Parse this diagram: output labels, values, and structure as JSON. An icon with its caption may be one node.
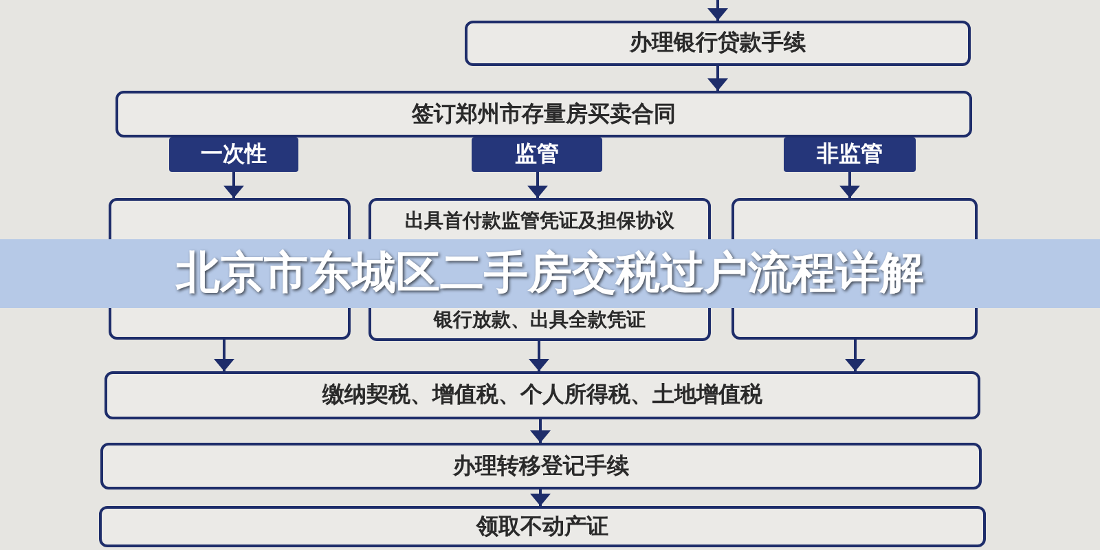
{
  "diagram": {
    "title": "北京市东城区二手房交税过户流程详解",
    "nodes": [
      {
        "text": [
          "办理银行贷款手续"
        ]
      },
      {
        "text": [
          "签订郑州市存量房买卖合同"
        ]
      },
      {
        "text": [
          "一次性"
        ]
      },
      {
        "text": [
          "监管"
        ]
      },
      {
        "text": [
          "非监管"
        ]
      },
      {
        "text": [],
        "shape": "box"
      },
      {
        "text": [
          "出具首付款监管凭证及担保协议",
          "银行放款、出具全款凭证"
        ]
      },
      {
        "text": [],
        "shape": "box"
      },
      {
        "text": [
          "缴纳契税、增值税、个人所得税、土地增值税"
        ]
      },
      {
        "text": [
          "办理转移登记手续"
        ]
      },
      {
        "text": [
          "领取不动产证"
        ]
      }
    ],
    "edges": [
      {
        "from": null,
        "to": 0,
        "arrow": "to"
      },
      {
        "from": 0,
        "to": 1,
        "arrow": "to"
      },
      {
        "from": 2,
        "to": 5,
        "arrow": "to"
      },
      {
        "from": 3,
        "to": 6,
        "arrow": "to"
      },
      {
        "from": 4,
        "to": 7,
        "arrow": "to"
      },
      {
        "from": 5,
        "to": 8,
        "arrow": "to"
      },
      {
        "from": 6,
        "to": 8,
        "arrow": "to"
      },
      {
        "from": 7,
        "to": 8,
        "arrow": "to"
      },
      {
        "from": 8,
        "to": 9,
        "arrow": "to"
      },
      {
        "from": 9,
        "to": 10,
        "arrow": "to"
      }
    ]
  }
}
